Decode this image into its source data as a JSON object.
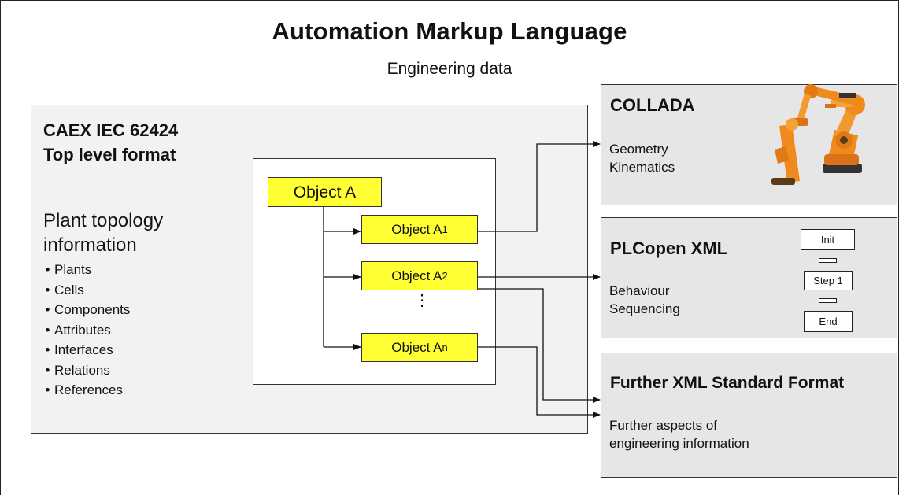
{
  "header": {
    "title": "Automation Markup Language",
    "subtitle": "Engineering data"
  },
  "caex": {
    "title_line1": "CAEX IEC 62424",
    "title_line2": "Top level format",
    "plant_line1": "Plant topology",
    "plant_line2": "information",
    "items": [
      "Plants",
      "Cells",
      "Components",
      "Attributes",
      "Interfaces",
      "Relations",
      "References"
    ]
  },
  "objects": {
    "root": "Object A",
    "a1_base": "Object A",
    "a1_sub": "1",
    "a2_base": "Object A",
    "a2_sub": "2",
    "an_base": "Object A",
    "an_sub": "n",
    "ellipsis": "⋮"
  },
  "collada": {
    "title": "COLLADA",
    "line1": "Geometry",
    "line2": "Kinematics",
    "image_icon": "industrial-robot-icon",
    "robot_color": "#f08a1c"
  },
  "plcopen": {
    "title": "PLCopen XML",
    "line1": "Behaviour",
    "line2": "Sequencing",
    "sfc": {
      "init": "Init",
      "step": "Step 1",
      "end": "End"
    }
  },
  "further": {
    "title": "Further XML Standard Format",
    "line1": "Further aspects of",
    "line2": "engineering information"
  },
  "colors": {
    "object_fill": "#ffff33",
    "caex_panel": "#f2f2f2",
    "side_panel": "#e6e6e6"
  }
}
